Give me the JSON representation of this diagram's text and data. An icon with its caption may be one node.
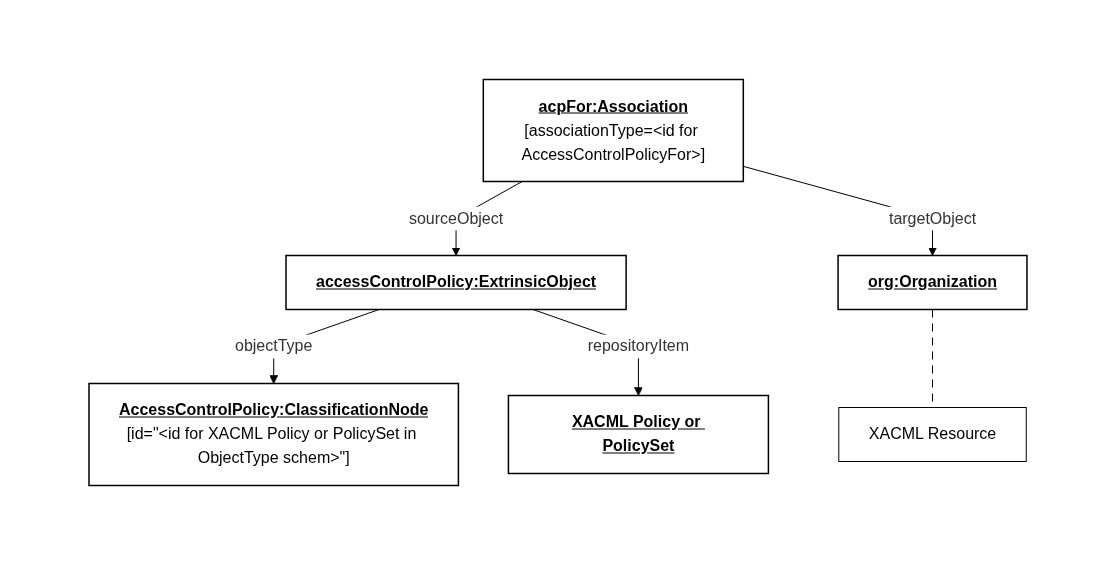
{
  "diagram": {
    "nodes": [
      {
        "text": [
          "AccessControlPolicy:ClassificationNode",
          "[id=\"<id for XACML Policy or PolicySet in ObjectType schem>\"]"
        ]
      },
      {
        "text": [
          "acpFor:Association",
          "[associationType=<id for AccessControlPolicyFor>]"
        ]
      },
      {
        "text": [
          "accessControlPolicy:ExtrinsicObject"
        ]
      },
      {
        "text": [
          "org:Organization"
        ]
      },
      {
        "text": [
          "XACML Resource"
        ]
      },
      {
        "text": [
          "XACML Policy or PolicySet"
        ]
      }
    ],
    "edges": [
      {
        "from": 2,
        "to": 0,
        "label": "objectType",
        "arrow": "to"
      },
      {
        "from": 1,
        "to": 2,
        "label": "sourceObject",
        "arrow": "to"
      },
      {
        "from": 1,
        "to": 3,
        "label": "targetObject",
        "arrow": "to"
      },
      {
        "from": 2,
        "to": 5,
        "label": "repositoryItem",
        "arrow": "to"
      },
      {
        "from": 3,
        "to": 4,
        "arrow": "none",
        "style": "dashed"
      }
    ]
  }
}
